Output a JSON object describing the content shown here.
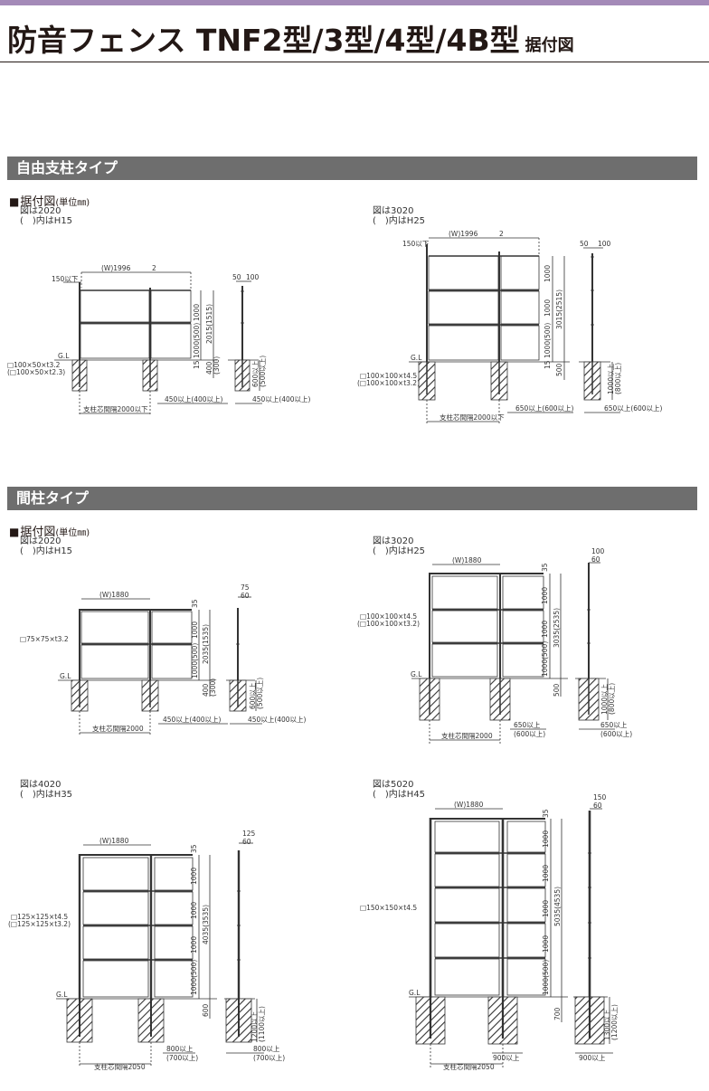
{
  "title": "防音フェンス TNF2型/3型/4型/4B型",
  "title_suffix": "据付図",
  "sections": [
    {
      "band": "自由支柱タイプ",
      "heading": "据付図",
      "unit": "(単位㎜)"
    },
    {
      "band": "間柱タイプ",
      "heading": "据付図",
      "unit": "(単位㎜)"
    }
  ],
  "diagrams": {
    "f2020": {
      "note1": "図は2020",
      "note2": "(　)内はH15",
      "width": "(W)1996",
      "gap": "2",
      "post_top": "150以下",
      "d1000": "1000",
      "d1000b": "1000(500)",
      "d15": "15",
      "total": "2015(1515)",
      "emb": "400",
      "emb2": "(300)",
      "post": "□100×50×t3.2",
      "post2": "(□100×50×t2.3)",
      "gl": "G.L",
      "found": "450以上(400以上)",
      "span": "支柱芯間隔2000以下",
      "side_top1": "50",
      "side_top2": "100",
      "side_d1": "600以上",
      "side_d2": "(500以上)",
      "side_found": "450以上(400以上)"
    },
    "f3020": {
      "note1": "図は3020",
      "note2": "(　)内はH25",
      "width": "(W)1996",
      "gap": "2",
      "post_top": "150以下",
      "d1000": "1000",
      "d1000m": "1000",
      "d1000b": "1000(500)",
      "d15": "15",
      "total": "3015(2515)",
      "emb": "500",
      "post": "□100×100×t4.5",
      "post2": "(□100×100×t3.2)",
      "gl": "G.L",
      "found": "650以上(600以上)",
      "span": "支柱芯間隔2000以下",
      "side_top1": "50",
      "side_top2": "100",
      "side_d1": "1000以上",
      "side_d2": "(800以上)",
      "side_found": "650以上(600以上)"
    },
    "m2020": {
      "note1": "図は2020",
      "note2": "(　)内はH15",
      "width": "(W)1880",
      "d35": "35",
      "d1000": "1000",
      "d1000b": "1000(500)",
      "total": "2035(1535)",
      "emb": "400",
      "emb2": "(300)",
      "post": "□75×75×t3.2",
      "gl": "G.L",
      "found": "450以上(400以上)",
      "span": "支柱芯間隔2000",
      "side_top1": "75",
      "side_top2": "60",
      "side_d1": "600以上",
      "side_d2": "(500以上)",
      "side_found": "450以上(400以上)"
    },
    "m3020": {
      "note1": "図は3020",
      "note2": "(　)内はH25",
      "width": "(W)1880",
      "d35": "35",
      "d1000": "1000",
      "d1000m": "1000",
      "d1000b": "1000(500)",
      "total": "3035(2535)",
      "emb": "500",
      "post": "□100×100×t4.5",
      "post2": "(□100×100×t3.2)",
      "gl": "G.L",
      "found": "650以上",
      "found2": "(600以上)",
      "span": "支柱芯間隔2000",
      "side_top1": "100",
      "side_top2": "60",
      "side_d1": "1000以上",
      "side_d2": "(800以上)",
      "side_found": "650以上",
      "side_found2": "(600以上)"
    },
    "m4020": {
      "note1": "図は4020",
      "note2": "(　)内はH35",
      "width": "(W)1880",
      "d35": "35",
      "d1000": "1000",
      "d1000m": "1000",
      "d1000m2": "1000",
      "d1000b": "1000(500)",
      "total": "4035(3535)",
      "emb": "600",
      "post": "□125×125×t4.5",
      "post2": "(□125×125×t3.2)",
      "gl": "G.L",
      "found": "800以上",
      "found2": "(700以上)",
      "span": "支柱芯間隔2050",
      "side_top1": "125",
      "side_top2": "60",
      "side_d1": "1200以上",
      "side_d2": "(1100以上)",
      "side_found": "800以上",
      "side_found2": "(700以上)"
    },
    "m5020": {
      "note1": "図は5020",
      "note2": "(　)内はH45",
      "width": "(W)1880",
      "d35": "35",
      "d1000": "1000",
      "d1000m": "1000",
      "d1000m2": "1000",
      "d1000m3": "1000",
      "d1000b": "1000(500)",
      "total": "5035(4535)",
      "emb": "700",
      "post": "□150×150×t4.5",
      "gl": "G.L",
      "found": "900以上",
      "span": "支柱芯間隔2050",
      "side_top1": "150",
      "side_top2": "60",
      "side_d1": "1300以上",
      "side_d2": "(1200以上)",
      "side_found": "900以上"
    }
  }
}
